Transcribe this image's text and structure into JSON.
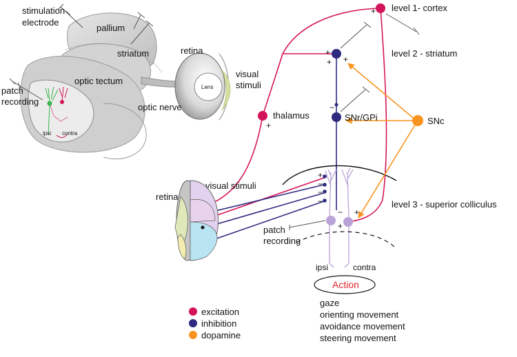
{
  "colors": {
    "excitation": "#d4145a",
    "inhibition": "#2e2a7f",
    "dopamine": "#f7931e",
    "tectum_cell": "#b9a3d6",
    "action_red": "#e3242b"
  },
  "brain": {
    "stimulation_electrode": "stimulation\nelectrode",
    "pallium": "pallium",
    "striatum": "striatum",
    "optic_tectum": "optic tectum",
    "retina": "retina",
    "lens": "Lens",
    "visual_stimuli": "visual\nstimuli",
    "optic_nerve": "optic nerve",
    "patch_recording": "patch\nrecording",
    "ipsi": "ipsi",
    "contra": "contra"
  },
  "circuit": {
    "level1": "level 1- cortex",
    "level2": "level 2 - striatum",
    "level3": "level 3 - superior colliculus",
    "thalamus": "thalamus",
    "snr_gpi": "SNr/GPi",
    "snc": "SNc",
    "visual_stimuli": "visual stimuli",
    "retina": "retina",
    "patch_recording": "patch\nrecording",
    "ipsi": "ipsi",
    "contra": "contra",
    "plus": "+",
    "minus": "−"
  },
  "action": {
    "label": "Action",
    "items": [
      "gaze",
      "orienting movement",
      "avoidance movement",
      "steering movement"
    ]
  },
  "legend": [
    {
      "label": "excitation",
      "color_key": "excitation"
    },
    {
      "label": "inhibition",
      "color_key": "inhibition"
    },
    {
      "label": "dopamine",
      "color_key": "dopamine"
    }
  ]
}
